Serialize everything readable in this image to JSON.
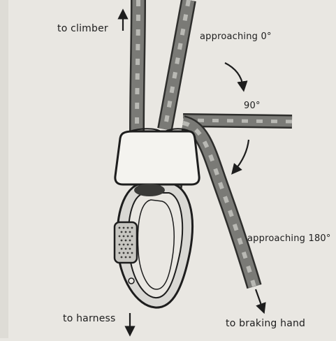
{
  "figure": {
    "labels": {
      "to_climber": "to climber",
      "approaching_0": "approaching 0°",
      "ninety": "90°",
      "approaching_180": "approaching 180°",
      "to_harness": "to harness",
      "to_braking_hand": "to braking hand"
    },
    "colors": {
      "page": "#e9e7e2",
      "rope_fill": "#7a7a76",
      "rope_dark": "#2e2e2c",
      "rope_light": "#b9b9b4",
      "ink": "#1d1d1d",
      "device_fill": "#f4f3ef",
      "carabiner_fill": "#d9d8d4"
    },
    "icons": [
      "up-arrow-icon",
      "down-arrow-icon",
      "curved-arrow-icon"
    ]
  }
}
